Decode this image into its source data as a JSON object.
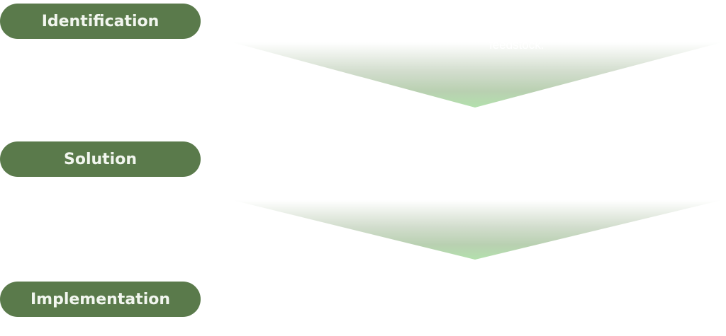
{
  "stages": [
    {
      "label": "Identification"
    },
    {
      "label": "Solution"
    },
    {
      "label": "Implementation"
    }
  ],
  "overflow_text": "feedstock.",
  "colors": {
    "pill": "#5a7a4b",
    "arrow_tip": "#b3dcae",
    "arrow_mid": "#bccfb4"
  }
}
